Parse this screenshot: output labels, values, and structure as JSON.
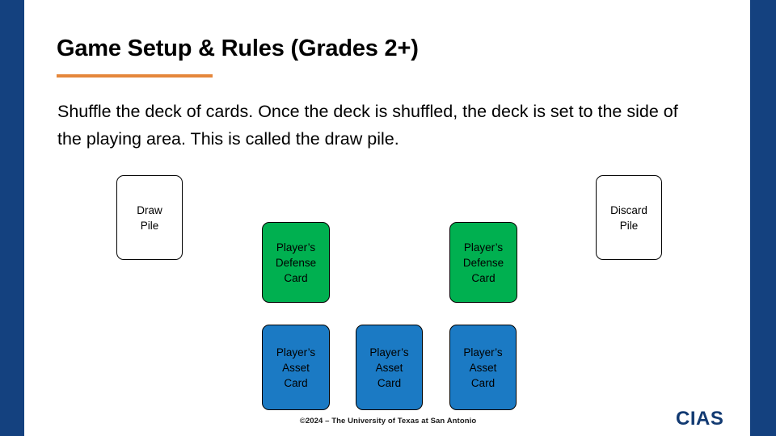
{
  "slide": {
    "title": "Game Setup & Rules (Grades 2+)",
    "body": "Shuffle the deck of cards. Once the deck is shuffled, the deck is set to the side of the playing area. This is called the draw pile.",
    "footer": "©2024 – The University of Texas at San Antonio",
    "logo": "CIAS"
  },
  "colors": {
    "side_bar": "#14417F",
    "title_rule": "#E5873B",
    "defense_card": "#00B050",
    "asset_card": "#1B7AC4",
    "pile_card": "#FFFFFF",
    "logo": "#123A72"
  },
  "diagram": {
    "draw_pile": {
      "line1": "Draw",
      "line2": "Pile"
    },
    "discard_pile": {
      "line1": "Discard",
      "line2": "Pile"
    },
    "defense_1": {
      "line1": "Player’s",
      "line2": "Defense",
      "line3": "Card"
    },
    "defense_2": {
      "line1": "Player’s",
      "line2": "Defense",
      "line3": "Card"
    },
    "asset_1": {
      "line1": "Player’s",
      "line2": "Asset",
      "line3": "Card"
    },
    "asset_2": {
      "line1": "Player’s",
      "line2": "Asset",
      "line3": "Card"
    },
    "asset_3": {
      "line1": "Player’s",
      "line2": "Asset",
      "line3": "Card"
    }
  }
}
